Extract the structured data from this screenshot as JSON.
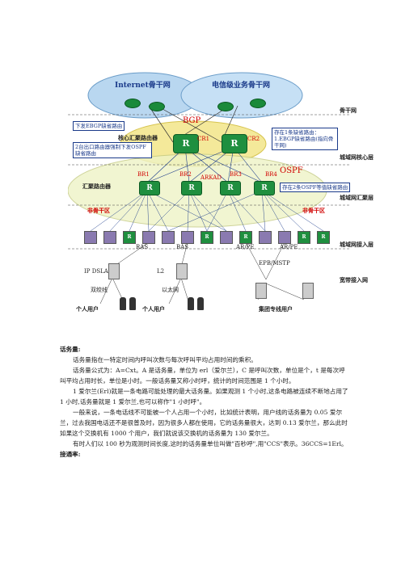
{
  "diagram": {
    "internet_cloud": "Internet骨干网",
    "telecom_cloud": "电信级业务骨干网",
    "layer_backbone": "骨干网",
    "layer_core": "城域网核心层",
    "layer_agg": "城域网汇聚层",
    "layer_access": "城域网接入层",
    "layer_user": "宽带接入网",
    "bgp": "BGP",
    "ospf": "OSPF",
    "core_router_label": "核心汇聚路由器",
    "agg_router_label": "汇聚路由器",
    "cr1": "CR1",
    "cr2": "CR2",
    "br1": "BR1",
    "br2": "BR2",
    "arkad": "ARKAD",
    "br3": "BR3",
    "br4": "BR4",
    "r": "R",
    "nonbackbone_left": "非骨干区",
    "nonbackbone_right": "非骨干区",
    "note_left1": "下发EBGP缺省路由",
    "note_left2": "2台出口路由器强制下发OSPF缺省路由",
    "note_right1": "存在1条缺省路由：1.EBGP缺省路由(指向骨干网)",
    "note_right2": "存在2条OSPF等值缺省路由",
    "ras1": "RAS",
    "ras2": "BAS",
    "arpe1": "AR/PE",
    "arpe2": "AR/PE",
    "ip_dslam": "IP DSLAM",
    "l2": "L2",
    "dsl_line": "双绞线",
    "ethernet": "以太网",
    "epb": "EPB/MSTP",
    "personal1": "个人用户",
    "personal2": "个人用户",
    "group_user": "集团专线用户"
  },
  "article": {
    "heading1": "话务量:",
    "p1": "话务量指在一特定时间内呼叫次数与每次呼叫平均占用时间的乘积。",
    "p2": "话务量公式为：A=Cxt。A 是话务量，单位为 erl（爱尔兰），C 是呼叫次数，单位是个，t 是每次呼叫平均占用时长，单位是小时。一般话务量又称小时呼，统计的时间范围是 1 个小时。",
    "p3": "1 爱尔兰(Erl)就是一条电路可能处理的最大话务量。如果观测 1 个小时,这条电路被连续不断地占用了 1 小时,话务量就是 1 爱尔兰,也可以称作\"1 小时呼\"。",
    "p4": "一般来说，一条电话线不可能被一个人占用一个小时，比如统计表明，用户线的话务量为 0.05 爱尔兰，过去我国电话还不是很普及时，因为很多人都在使用，它的话务量很大，达到 0.13 爱尔兰，那么此时如果这个交换机有 1000 个用户，我们就说该交换机的话务量为 130 爱尔兰。",
    "p5": "有时人们以 100 秒为观测时间长度,这时的话务量单位叫做\"百秒呼\",用\"CCS\"表示。36CCS=1Erl。",
    "heading2": "接通率:"
  }
}
